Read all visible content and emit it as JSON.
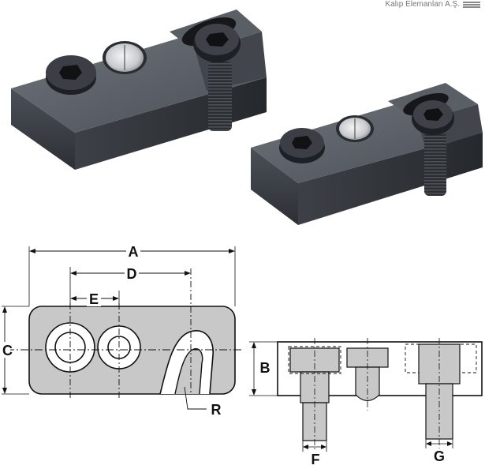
{
  "header": {
    "company_name": "Kalıp Elemanları A.Ş."
  },
  "drawing": {
    "dimension_labels": {
      "A": "A",
      "B": "B",
      "C": "C",
      "D": "D",
      "E": "E",
      "F": "F",
      "G": "G",
      "R": "R"
    }
  },
  "colors": {
    "steel_dark": "#3a3e44",
    "steel_top": "#5d6269",
    "screw_dark": "#1f2227",
    "drawing_line": "#111111",
    "section_fill": "#c8c8c8"
  }
}
